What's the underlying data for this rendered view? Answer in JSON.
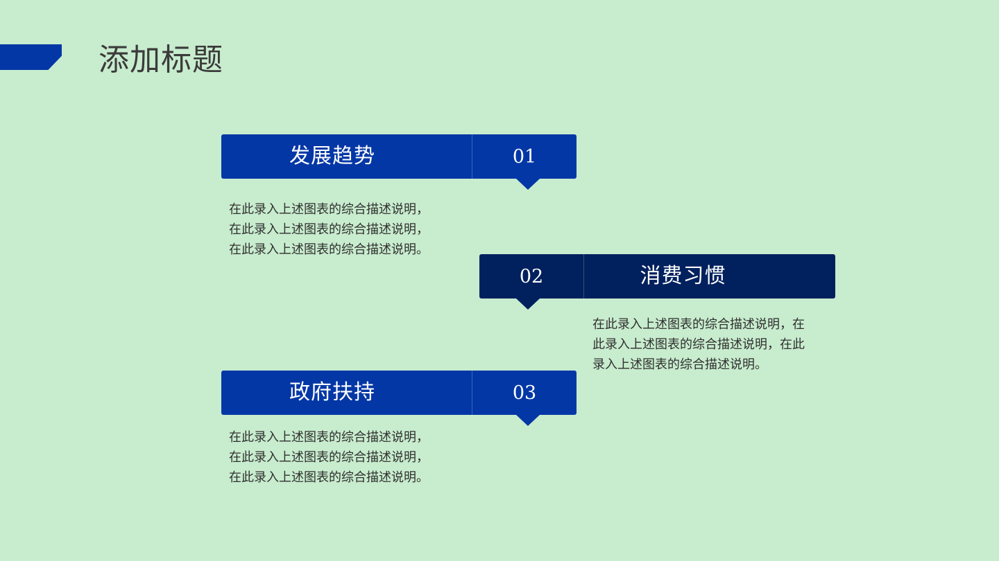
{
  "slide": {
    "title": "添加标题",
    "colors": {
      "background": "#c8ecce",
      "accent_blue": "#0337a6",
      "dark_navy": "#00205e",
      "title_text": "#3b3b3b"
    }
  },
  "items": [
    {
      "label": "发展趋势",
      "number": "01",
      "description_lines": [
        "在此录入上述图表的综合描述说明，",
        "在此录入上述图表的综合描述说明，",
        "在此录入上述图表的综合描述说明。"
      ]
    },
    {
      "label": "消费习惯",
      "number": "02",
      "description_lines": [
        "在此录入上述图表的综合描述说明，在",
        "此录入上述图表的综合描述说明，在此",
        "录入上述图表的综合描述说明。"
      ]
    },
    {
      "label": "政府扶持",
      "number": "03",
      "description_lines": [
        "在此录入上述图表的综合描述说明，",
        "在此录入上述图表的综合描述说明，",
        "在此录入上述图表的综合描述说明。"
      ]
    }
  ]
}
